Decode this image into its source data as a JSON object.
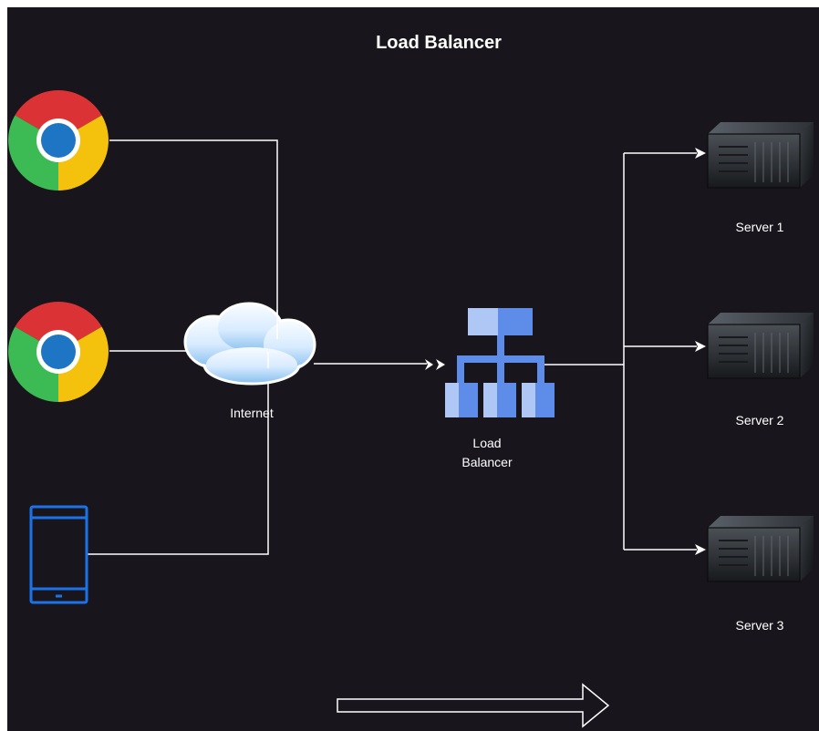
{
  "diagram": {
    "title": "Load Balancer",
    "nodes": {
      "browser_1": {
        "icon": "chrome-browser-icon"
      },
      "browser_2": {
        "icon": "chrome-browser-icon"
      },
      "mobile": {
        "icon": "smartphone-icon"
      },
      "internet": {
        "icon": "cloud-icon",
        "label": "Internet"
      },
      "load_balancer": {
        "icon": "load-balancer-icon",
        "label_line1": "Load",
        "label_line2": "Balancer"
      },
      "server_1": {
        "icon": "server-icon",
        "label": "Server 1"
      },
      "server_2": {
        "icon": "server-icon",
        "label": "Server 2"
      },
      "server_3": {
        "icon": "server-icon",
        "label": "Server 3"
      }
    },
    "edges": [
      {
        "from": "browser_1",
        "to": "internet"
      },
      {
        "from": "browser_2",
        "to": "internet"
      },
      {
        "from": "mobile",
        "to": "internet"
      },
      {
        "from": "internet",
        "to": "load_balancer"
      },
      {
        "from": "load_balancer",
        "to": "server_1"
      },
      {
        "from": "load_balancer",
        "to": "server_2"
      },
      {
        "from": "load_balancer",
        "to": "server_3"
      }
    ],
    "flow_arrow": {
      "icon": "flow-direction-arrow-icon"
    }
  },
  "colors": {
    "background": "#19151c",
    "page": "#ffffff",
    "connector": "#ffffff",
    "text": "#ffffff",
    "chrome_red": "#db3236",
    "chrome_yellow": "#f4c20d",
    "chrome_green": "#3cba54",
    "chrome_blue": "#4285f4",
    "phone_blue": "#1a73e8",
    "load_balancer_blue": "#5d8de8",
    "load_balancer_light": "#aec7f5",
    "cloud_light": "#eef6ff",
    "cloud_blue": "#8cc0ee",
    "server_dark": "#2a2d31"
  }
}
